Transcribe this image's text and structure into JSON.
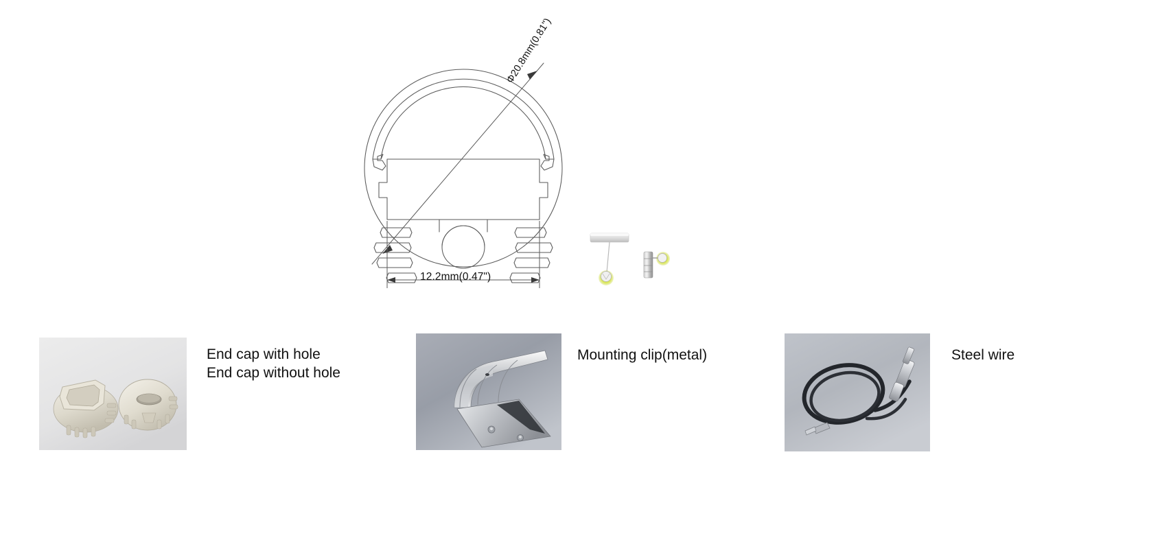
{
  "drawing": {
    "name": "round-led-profile-cross-section",
    "dimensions": {
      "diameter_label": "Φ20.8mm(0.81\")",
      "width_label": "12.2mm(0.47\")",
      "diameter_mm": 20.8,
      "diameter_in": 0.81,
      "width_mm": 12.2,
      "width_in": 0.47
    },
    "suspension_kit_name": "suspension-kit-detail"
  },
  "accessories": [
    {
      "id": "end-cap",
      "caption_line1": "End cap with hole",
      "caption_line2": "End cap without hole",
      "photo_name": "end-cap-photo"
    },
    {
      "id": "mounting-clip",
      "caption_line1": "Mounting clip(metal)",
      "caption_line2": "",
      "photo_name": "mounting-clip-photo"
    },
    {
      "id": "steel-wire",
      "caption_line1": "Steel wire",
      "caption_line2": "",
      "photo_name": "steel-wire-photo"
    }
  ],
  "colors": {
    "line": "#555555",
    "text": "#111111",
    "background": "#ffffff",
    "accent_glow": "#c8e000",
    "photo_grey": "#9ea3ad"
  }
}
